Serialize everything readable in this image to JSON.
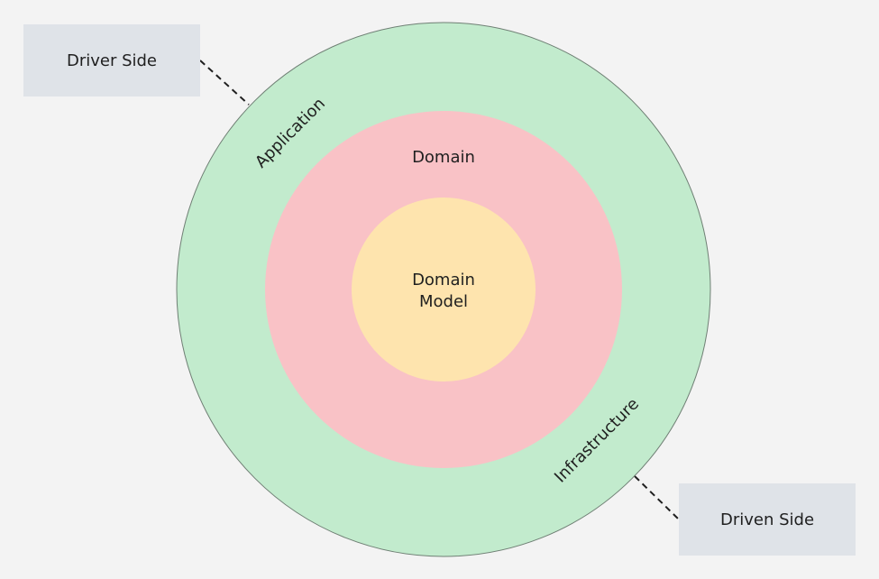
{
  "diagram": {
    "driver_side": "Driver Side",
    "driven_side": "Driven Side",
    "application": "Application",
    "infrastructure": "Infrastructure",
    "domain": "Domain",
    "domain_model_line1": "Domain",
    "domain_model_line2": "Model"
  },
  "colors": {
    "background": "#f3f3f3",
    "outer_ring": "#c2ebcd",
    "middle_ring": "#f9c2c6",
    "inner_core": "#fee4ae",
    "side_box": "#dfe3e8"
  }
}
